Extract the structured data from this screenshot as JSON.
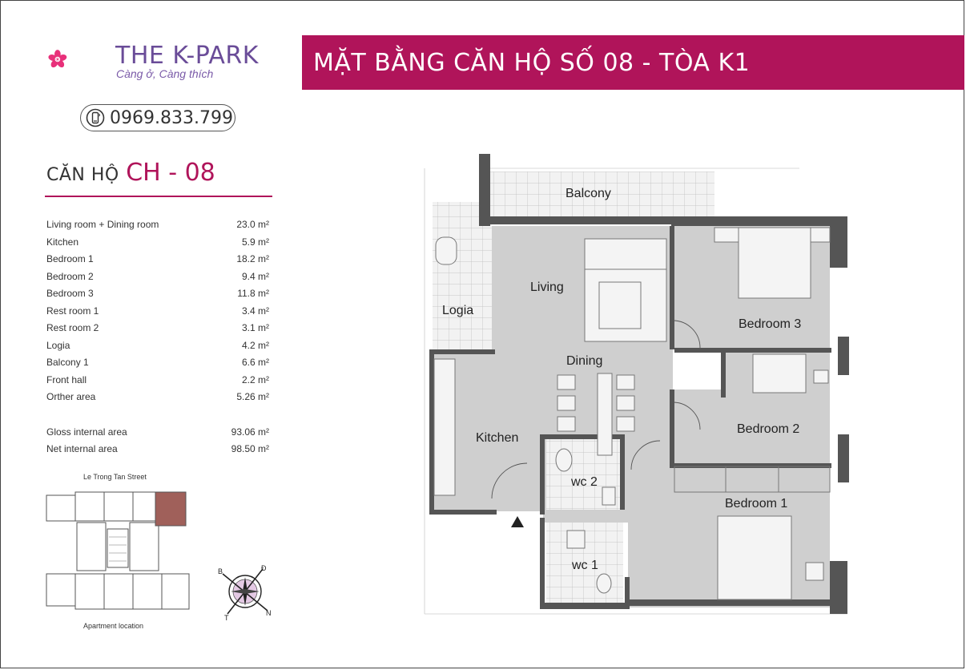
{
  "brand": {
    "name": "THE K-PARK",
    "slogan": "Càng ở, Càng thích",
    "hotline": "0969.833.799"
  },
  "title": "MẶT BẰNG  CĂN HỘ SỐ 08 - TÒA K1",
  "unit": {
    "prefix": "CĂN HỘ",
    "code": "CH - 08"
  },
  "areas": [
    {
      "name": "Living room + Dining room",
      "value": "23.0 m²"
    },
    {
      "name": "Kitchen",
      "value": "5.9 m²"
    },
    {
      "name": "Bedroom 1",
      "value": "18.2 m²"
    },
    {
      "name": "Bedroom 2",
      "value": "9.4 m²"
    },
    {
      "name": "Bedroom 3",
      "value": "11.8 m²"
    },
    {
      "name": "Rest room 1",
      "value": "3.4 m²"
    },
    {
      "name": "Rest room 2",
      "value": "3.1 m²"
    },
    {
      "name": "Logia",
      "value": "4.2 m²"
    },
    {
      "name": "Balcony 1",
      "value": "6.6 m²"
    },
    {
      "name": "Front hall",
      "value": "2.2 m²"
    },
    {
      "name": "Orther area",
      "value": "5.26 m²"
    }
  ],
  "totals": [
    {
      "name": "Gloss internal area",
      "value": "93.06 m²"
    },
    {
      "name": "Net internal  area",
      "value": "98.50 m²"
    }
  ],
  "location": {
    "street": "Le Trong Tan Street",
    "caption": "Apartment location"
  },
  "compass": {
    "b": "B",
    "d": "Đ",
    "t": "T",
    "n": "N"
  },
  "rooms": {
    "balcony": "Balcony",
    "logia": "Logia",
    "living": "Living",
    "dining": "Dining",
    "kitchen": "Kitchen",
    "bedroom1": "Bedroom 1",
    "bedroom2": "Bedroom 2",
    "bedroom3": "Bedroom 3",
    "wc1": "wc 1",
    "wc2": "wc 2"
  },
  "colors": {
    "brand_magenta": "#b0145a",
    "brand_purple": "#6a4c98",
    "flower_pink": "#e8307a",
    "floor_grey": "#cfcfcf",
    "wall_dark": "#555555",
    "highlight_unit": "#a0605a"
  }
}
